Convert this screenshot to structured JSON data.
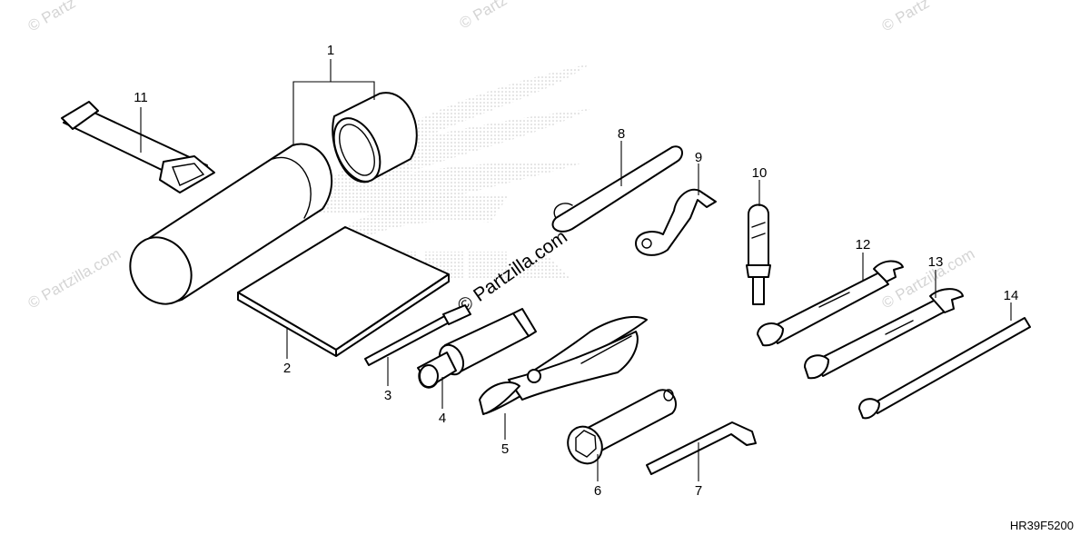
{
  "watermark": {
    "text": "© Partzilla.com",
    "small_text": "© Partz"
  },
  "diagram_code": "HR39F5200",
  "callouts": [
    "1",
    "2",
    "3",
    "4",
    "5",
    "6",
    "7",
    "8",
    "9",
    "10",
    "11",
    "12",
    "13",
    "14"
  ],
  "colors": {
    "line": "#000000",
    "watermark": "#d4d4d4",
    "logo_dots": "#c8c8c8",
    "background": "#ffffff"
  }
}
